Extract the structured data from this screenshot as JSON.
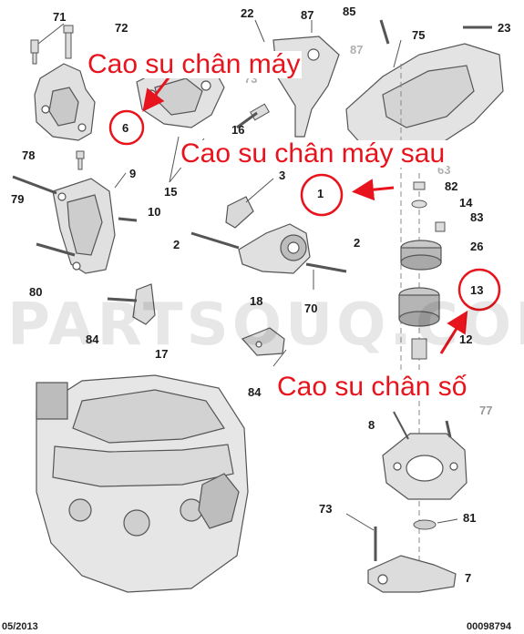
{
  "watermark": "PARTSOUQ.COM",
  "footer": {
    "date": "05/2013",
    "ref": "00098794"
  },
  "annotations": {
    "engine_mount": "Cao su chân máy",
    "rear_engine_mount": "Cao su chân máy sau",
    "gearbox_mount": "Cao su chân số"
  },
  "part_labels": [
    "71",
    "72",
    "22",
    "87",
    "85",
    "75",
    "23",
    "87",
    "6",
    "16",
    "73",
    "78",
    "9",
    "3",
    "63",
    "79",
    "10",
    "15",
    "1",
    "82",
    "14",
    "83",
    "2",
    "2",
    "26",
    "80",
    "13",
    "18",
    "70",
    "84",
    "17",
    "12",
    "84",
    "77",
    "8",
    "73",
    "81",
    "7"
  ],
  "colors": {
    "annotation": "#e8141d",
    "line": "#555555",
    "part_fill": "#e2e2e2",
    "label": "#1a1a1a"
  }
}
